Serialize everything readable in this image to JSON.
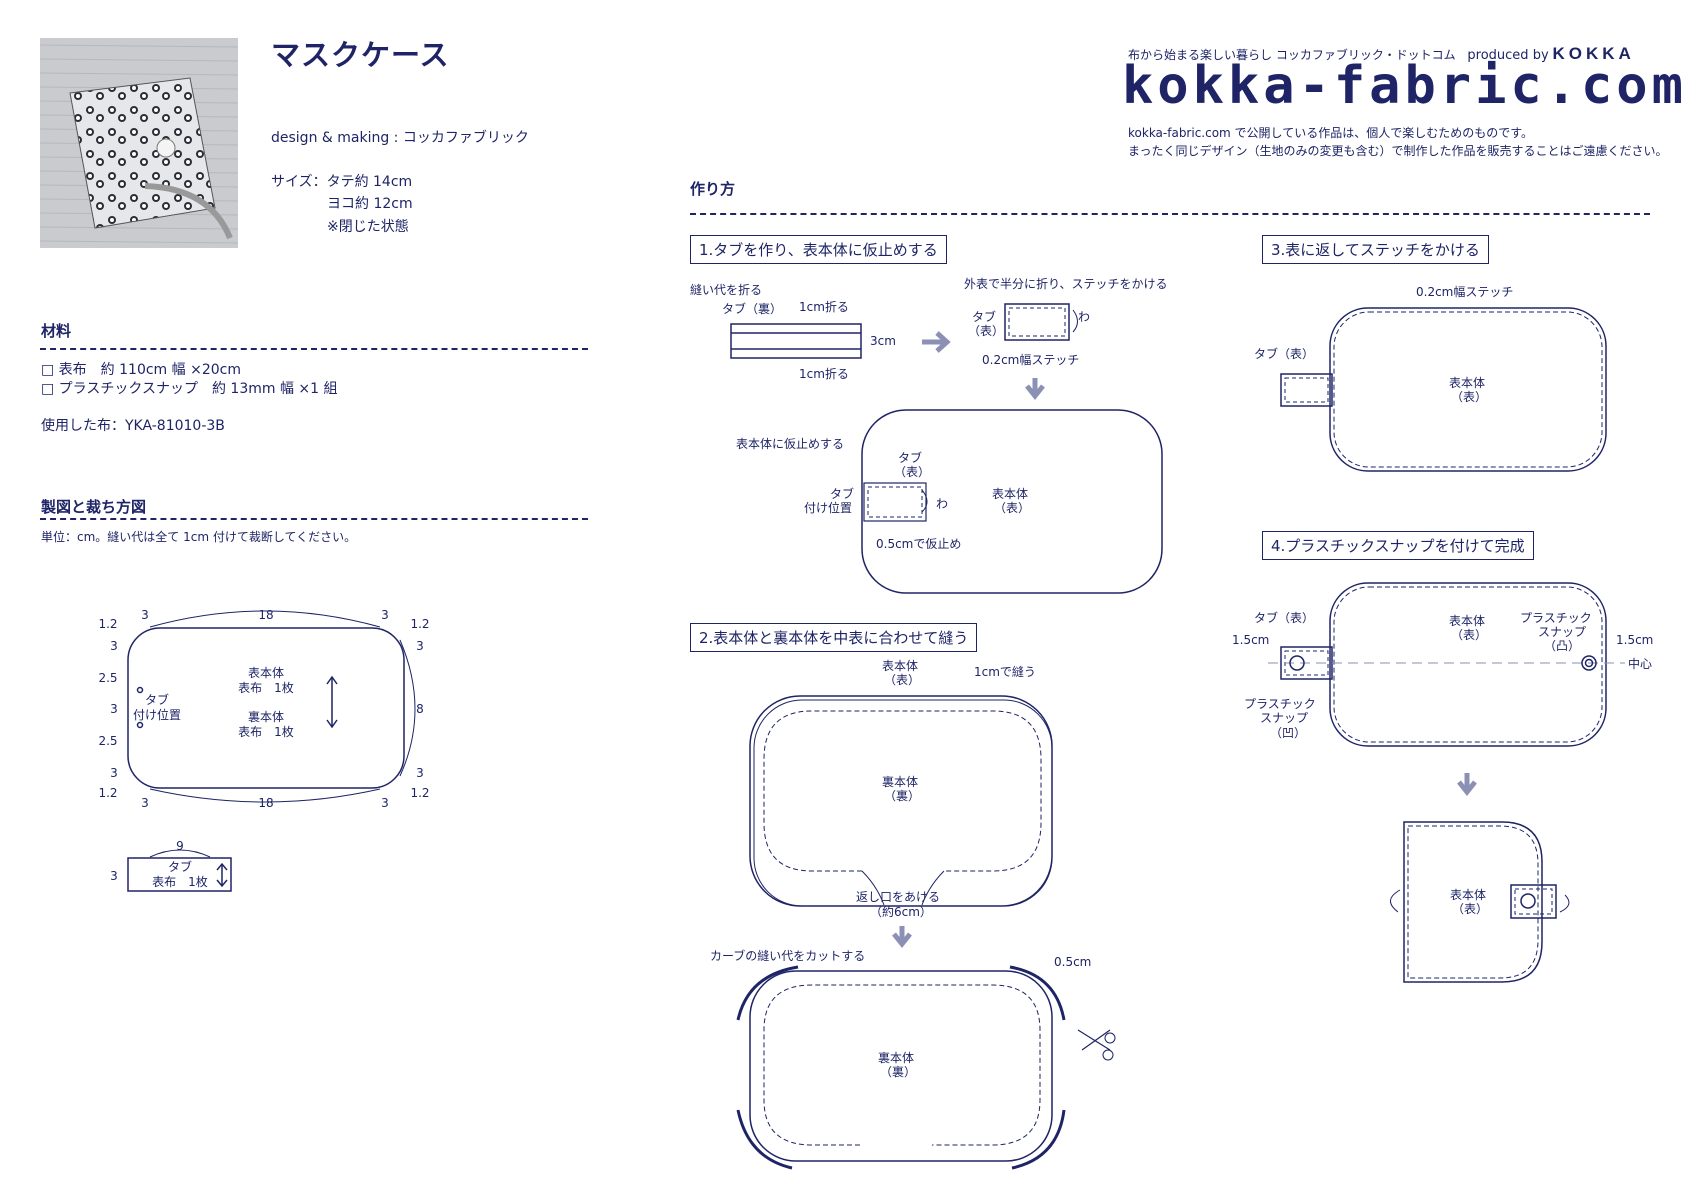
{
  "header": {
    "title": "マスクケース",
    "design": "design & making : コッカファブリック",
    "size_label": "サイズ：タテ約 14cm",
    "size_w": "ヨコ約 12cm",
    "size_note": "※閉じた状態"
  },
  "brand": {
    "tagline": "布から始まる楽しい暮らし コッカファブリック・ドットコム",
    "produced_by": "produced by",
    "kokka": "KOKKA",
    "logo": "kokka-fabric.com",
    "note1": "kokka-fabric.com で公開している作品は、個人で楽しむためのものです。",
    "note2": "まったく同じデザイン（生地のみの変更も含む）で制作した作品を販売することはご遠慮ください。"
  },
  "materials": {
    "heading": "材料",
    "items": [
      "□ 表布　約 110cm 幅 ×20cm",
      "□ プラスチックスナップ　約 13mm 幅 ×1 組"
    ],
    "fabric": "使用した布：YKA-81010-3B"
  },
  "pattern": {
    "heading": "製図と裁ち方図",
    "unit_note": "単位：cm。縫い代は全て 1cm 付けて裁断してください。",
    "body_front": "表本体",
    "body_back": "裏本体",
    "fabric_1": "表布　1枚",
    "tab_pos1": "タブ",
    "tab_pos2": "付け位置",
    "tab": "タブ",
    "n3": "3",
    "n18": "18",
    "n12": "1.2",
    "n25": "2.5",
    "n8": "8",
    "n9": "9"
  },
  "howto": {
    "heading": "作り方",
    "step1": "1.タブを作り、表本体に仮止めする",
    "step2": "2.表本体と裏本体を中表に合わせて縫う",
    "step3": "3.表に返してステッチをかける",
    "step4": "4.プラスチックスナップを付けて完成",
    "s1_fold": "縫い代を折る",
    "s1_tab_back": "タブ（裏）",
    "s1_fold1": "1cm折る",
    "s1_3cm": "3cm",
    "s1_half": "外表で半分に折り、ステッチをかける",
    "s1_tab_front1": "タブ",
    "s1_tab_front2": "（表）",
    "s1_wa": "わ",
    "s1_stitch": "0.2cm幅ステッチ",
    "s1_baste": "表本体に仮止めする",
    "s1_tab_pos1": "タブ",
    "s1_tab_pos2": "付け位置",
    "s1_body1": "表本体",
    "s1_body2": "（表）",
    "s1_05": "0.5cmで仮止め",
    "s2_body1": "表本体",
    "s2_body2": "（表）",
    "s2_sew": "1cmで縫う",
    "s2_back1": "裏本体",
    "s2_back2": "（裏）",
    "s2_open1": "返し口をあける",
    "s2_open2": "（約6cm）",
    "s2_cut": "カーブの縫い代をカットする",
    "s2_05": "0.5cm",
    "s3_stitch": "0.2cm幅ステッチ",
    "s3_tab": "タブ（表）",
    "s4_tab": "タブ（表）",
    "s4_15": "1.5cm",
    "s4_snap1": "プラスチック",
    "s4_snap2": "スナップ",
    "s4_snap_m": "（凹）",
    "s4_snap_p": "（凸）",
    "s4_center": "中心"
  }
}
